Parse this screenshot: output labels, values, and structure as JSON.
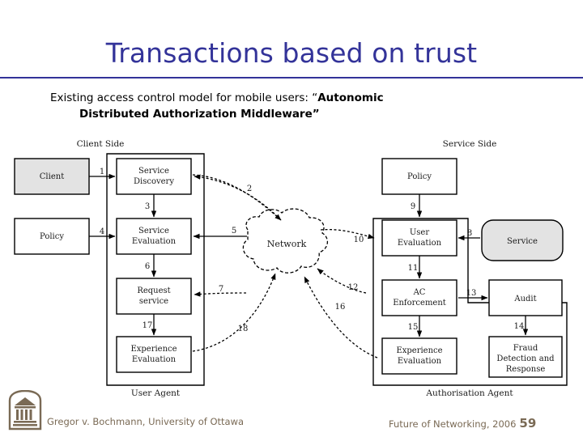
{
  "slide": {
    "title": "Transactions based on trust",
    "title_color": "#333399",
    "rule_color": "#333399",
    "background": "#ffffff"
  },
  "body": {
    "line1_plain": "Existing access control model for mobile users: “",
    "line1_bold": "Autonomic",
    "line2_bold": "Distributed Authorization Middleware”"
  },
  "diagram": {
    "type": "flow-diagram",
    "side_labels": {
      "client_side": "Client Side",
      "service_side": "Service Side"
    },
    "container_labels": {
      "user_agent": "User Agent",
      "authorisation_agent": "Authorisation Agent"
    },
    "cloud_label": "Network",
    "external_boxes": [
      {
        "id": "client",
        "label": "Client",
        "fill": "#e3e3e3",
        "shape": "rect"
      },
      {
        "id": "policy_left",
        "label": "Policy",
        "fill": "#ffffff",
        "shape": "rect"
      },
      {
        "id": "policy_right",
        "label": "Policy",
        "fill": "#ffffff",
        "shape": "rect"
      },
      {
        "id": "service",
        "label": "Service",
        "fill": "#e3e3e3",
        "shape": "rounded-rect"
      }
    ],
    "user_agent_boxes": [
      {
        "id": "service-discovery",
        "label_line1": "Service",
        "label_line2": "Discovery"
      },
      {
        "id": "service-evaluation",
        "label_line1": "Service",
        "label_line2": "Evaluation"
      },
      {
        "id": "request-service",
        "label_line1": "Request",
        "label_line2": "service"
      },
      {
        "id": "experience-evaluation-left",
        "label_line1": "Experience",
        "label_line2": "Evaluation"
      }
    ],
    "authorisation_agent_boxes": [
      {
        "id": "user-evaluation",
        "label_line1": "User",
        "label_line2": "Evaluation"
      },
      {
        "id": "ac-enforcement",
        "label_line1": "AC",
        "label_line2": "Enforcement"
      },
      {
        "id": "experience-evaluation-right",
        "label_line1": "Experience",
        "label_line2": "Evaluation"
      },
      {
        "id": "audit",
        "label_line1": "Audit",
        "label_line2": ""
      },
      {
        "id": "fraud",
        "label_line1": "Fraud",
        "label_line2": "Detection and",
        "label_line3": "Response"
      }
    ],
    "edge_labels": [
      "1",
      "2",
      "3",
      "4",
      "5",
      "6",
      "7",
      "8",
      "9",
      "10",
      "11",
      "12",
      "13",
      "14",
      "15",
      "16",
      "17",
      "18"
    ]
  },
  "footer": {
    "author": "Gregor v. Bochmann, University of Ottawa",
    "event": "Future of Networking, 2006",
    "page_number": "59",
    "color": "#7a6a55",
    "logo_name": "university-of-ottawa-crest"
  }
}
